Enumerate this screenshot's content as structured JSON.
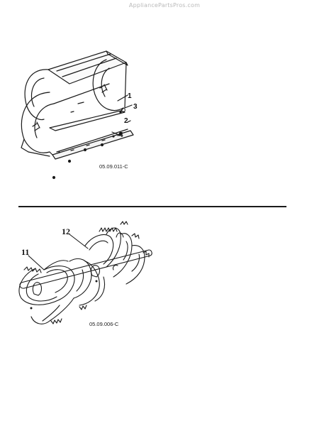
{
  "watermark": "AppliancePartsPros.com",
  "figure_top": {
    "callouts": [
      "1",
      "2",
      "3",
      "4"
    ],
    "code": "05.09.011-C"
  },
  "figure_bottom": {
    "callouts": [
      "11",
      "12"
    ],
    "code": "05.09.006-C"
  },
  "colors": {
    "ink": "#1a1a1a",
    "background": "#ffffff"
  }
}
